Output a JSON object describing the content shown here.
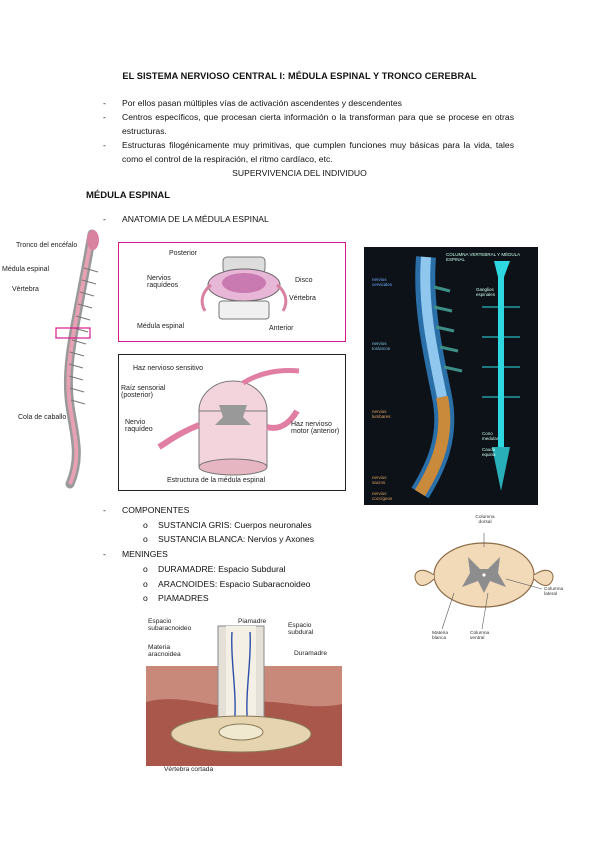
{
  "title": "EL SISTEMA NERVIOSO CENTRAL I: MÉDULA ESPINAL Y TRONCO CEREBRAL",
  "intro_bullets": [
    "Por ellos pasan múltiples vías de activación ascendentes y descendentes",
    "Centros específicos, que procesan cierta información o la transforman para que se procese en otras estructuras.",
    "Estructuras filogénicamente muy primitivas, que cumplen funciones muy básicas para la vida, tales como el control de la respiración, el ritmo cardíaco, etc."
  ],
  "centered_line": "SUPERVIVENCIA DEL INDIVIDUO",
  "section_heading": "MÉDULA ESPINAL",
  "anatomy_item": "ANATOMIA DE LA MÉDULA ESPINAL",
  "dash": "-",
  "circle_bullet": "o",
  "spine_labels": {
    "tronco": "Tronco del encéfalo",
    "medula": "Médula espinal",
    "vertebra": "Vértebra",
    "cola": "Cola de caballo"
  },
  "section_labels": {
    "posterior": "Posterior",
    "nervios": "Nervios raquídeos",
    "disco": "Disco",
    "vertebra": "Vértebra",
    "medula": "Médula espinal",
    "anterior": "Anterior"
  },
  "structure_labels": {
    "haz_sensitivo": "Haz nervioso sensitivo",
    "raiz": "Raíz sensorial (posterior)",
    "nervio": "Nervio raquídeo",
    "haz_motor": "Haz nervioso motor (anterior)",
    "caption": "Estructura de la médula espinal"
  },
  "column_labels": {
    "title": "COLUMNA VERTEBRAL Y MÉDULA ESPINAL",
    "cervicales": "nervios cervicales",
    "toracicos": "nervios torácicos",
    "lumbares": "nervios lumbares",
    "sacros": "nervios sacros",
    "coccigeos": "nervios coccígeos",
    "ganglios": "Ganglios espinales",
    "cono": "Cono medular",
    "cauda": "Cauda equina"
  },
  "components": {
    "label": "COMPONENTES",
    "items": [
      "SUSTANCIA GRIS: Cuerpos neuronales",
      "SUSTANCIA BLANCA: Nervios y Axones"
    ]
  },
  "meninges": {
    "label": "MENINGES",
    "items": [
      "DURAMADRE: Espacio Subdural",
      "ARACNOIDES: Espacio Subaracnoideo",
      "PIAMADRES"
    ]
  },
  "cross_section_labels": {
    "dorsal": "Columna dorsal",
    "lateral": "Columna lateral",
    "blanca": "Materia blanca",
    "ventral": "Columna ventral"
  },
  "meninges_labels": {
    "subaracnoideo": "Espacio subaracnoideo",
    "piamadre": "Piamadre",
    "subdural": "Espacio subdural",
    "duramadre": "Duramadre",
    "aracnoidea": "Materia aracnoidea",
    "cortada": "Vértebra cortada"
  },
  "colors": {
    "accent_border": "#d81b8c",
    "cord_pink": "#e8a0b4",
    "dark_panel": "#0d1218",
    "cyan": "#2fd7e0"
  }
}
